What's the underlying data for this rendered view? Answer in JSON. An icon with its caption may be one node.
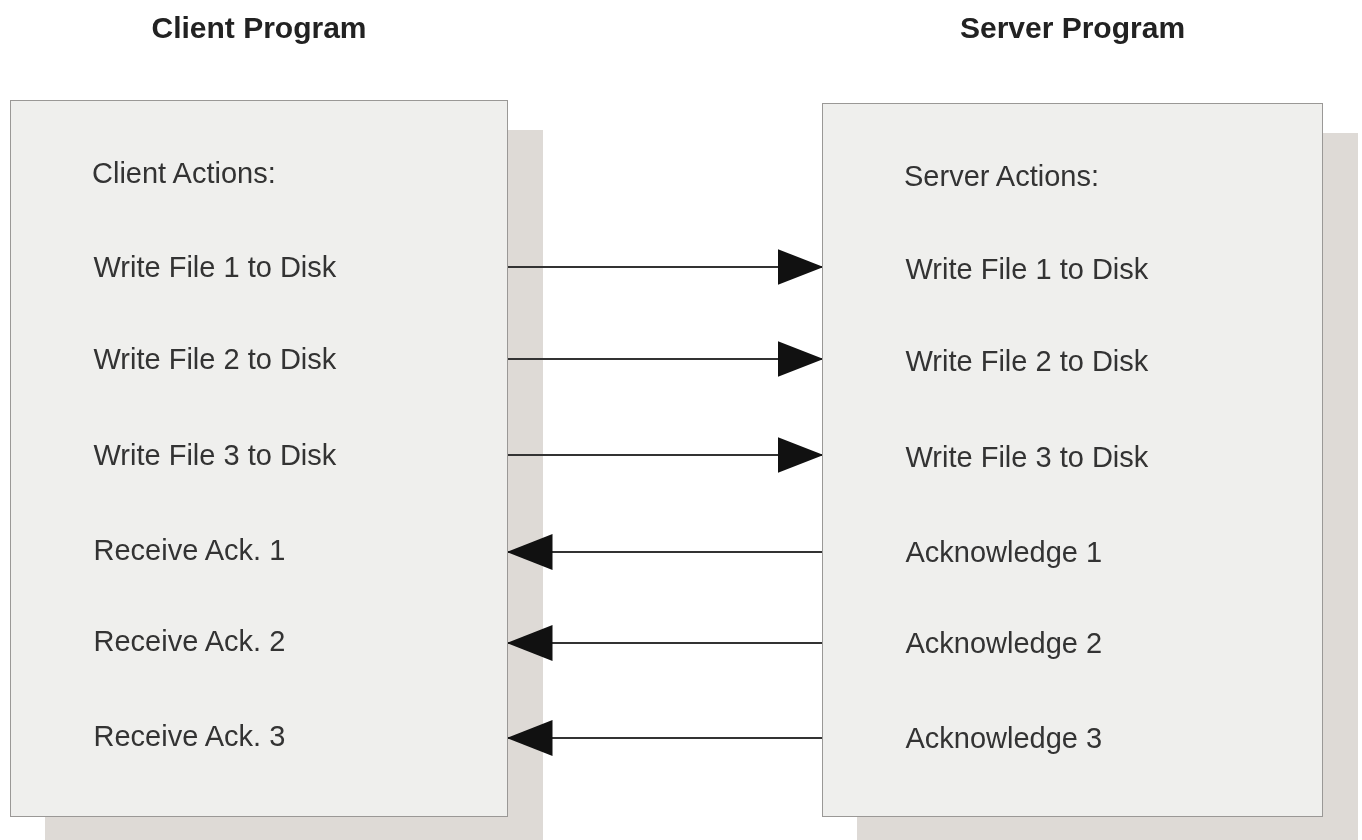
{
  "diagram": {
    "nodes": [
      {
        "text": [
          "Client Program",
          "Client Actions:"
        ]
      },
      {
        "text": [
          "Write File 1 to Disk"
        ],
        "in": 0
      },
      {
        "text": [
          "Write File 2 to Disk"
        ],
        "in": 0
      },
      {
        "text": [
          "Write File 3 to Disk"
        ],
        "in": 0
      },
      {
        "text": [
          "Receive Ack. 1"
        ],
        "in": 0
      },
      {
        "text": [
          "Receive Ack. 2"
        ],
        "in": 0
      },
      {
        "text": [
          "Receive Ack. 3"
        ],
        "in": 0
      },
      {
        "text": [
          "Server Program",
          "Server Actions:"
        ]
      },
      {
        "text": [
          "Write File 1 to Disk"
        ],
        "in": 7
      },
      {
        "text": [
          "Write File 2 to Disk"
        ],
        "in": 7
      },
      {
        "text": [
          "Write File 3 to Disk"
        ],
        "in": 7
      },
      {
        "text": [
          "Acknowledge 1"
        ],
        "in": 7
      },
      {
        "text": [
          "Acknowledge 2"
        ],
        "in": 7
      },
      {
        "text": [
          "Acknowledge 3"
        ],
        "in": 7
      }
    ],
    "edges": [
      {
        "from": 1,
        "to": 8,
        "arrow": "to"
      },
      {
        "from": 2,
        "to": 9,
        "arrow": "to"
      },
      {
        "from": 3,
        "to": 10,
        "arrow": "to"
      },
      {
        "from": 11,
        "to": 4,
        "arrow": "to"
      },
      {
        "from": 12,
        "to": 5,
        "arrow": "to"
      },
      {
        "from": 13,
        "to": 6,
        "arrow": "to"
      }
    ]
  }
}
